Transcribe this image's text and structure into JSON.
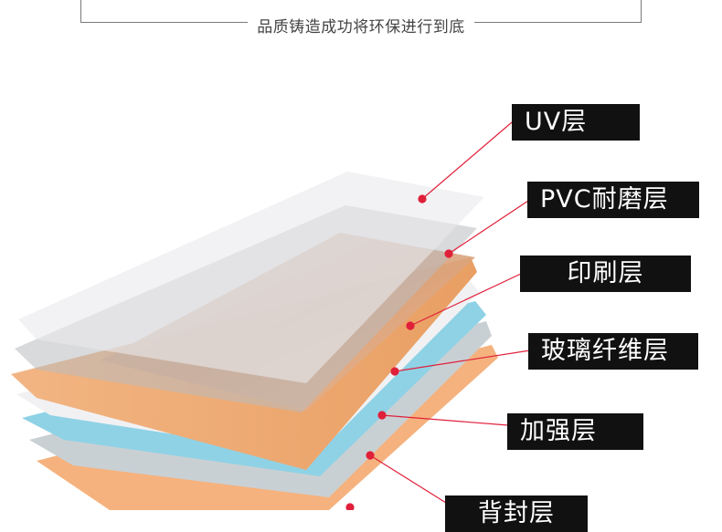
{
  "tagline": "品质铸造成功将环保进行到底",
  "layers": {
    "uv": "UV层",
    "pvc": "PVC耐磨层",
    "print": "印刷层",
    "glassfiber": "玻璃纤维层",
    "reinforce": "加强层",
    "back": "背封层"
  },
  "colors": {
    "label_bg": "#111111",
    "label_text": "#ffffff",
    "leader": "#e0203a",
    "wood": "#e9a46b",
    "blue": "#8ed3e8",
    "grey": "#d6d8da"
  }
}
